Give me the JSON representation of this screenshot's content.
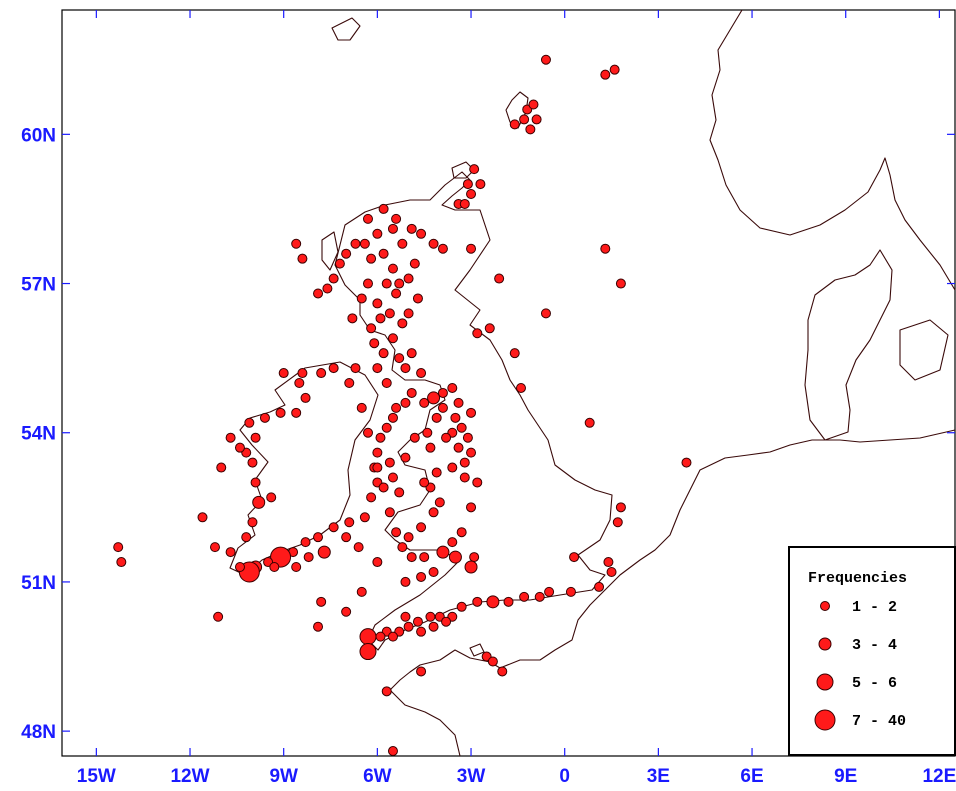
{
  "legend": {
    "title": "Frequencies",
    "items": [
      {
        "label": "1 - 2",
        "size": 1
      },
      {
        "label": "3 - 4",
        "size": 2
      },
      {
        "label": "5 - 6",
        "size": 3
      },
      {
        "label": "7 - 40",
        "size": 4
      }
    ]
  },
  "axes": {
    "x_ticks": [
      {
        "label": "15W",
        "lon": -15
      },
      {
        "label": "12W",
        "lon": -12
      },
      {
        "label": "9W",
        "lon": -9
      },
      {
        "label": "6W",
        "lon": -6
      },
      {
        "label": "3W",
        "lon": -3
      },
      {
        "label": "0",
        "lon": 0
      },
      {
        "label": "3E",
        "lon": 3
      },
      {
        "label": "6E",
        "lon": 6
      },
      {
        "label": "9E",
        "lon": 9
      },
      {
        "label": "12E",
        "lon": 12
      }
    ],
    "y_ticks": [
      {
        "label": "60N",
        "lat": 60
      },
      {
        "label": "57N",
        "lat": 57
      },
      {
        "label": "54N",
        "lat": 54
      },
      {
        "label": "51N",
        "lat": 51
      },
      {
        "label": "48N",
        "lat": 48
      }
    ],
    "lon_range": [
      -16.1,
      12.5
    ],
    "lat_range": [
      47.5,
      62.5
    ]
  },
  "colors": {
    "marker_fill": "#ff1a1a",
    "marker_stroke": "#3a0000",
    "coastline": "#3a0a0a",
    "axis_label": "#1a1aff"
  },
  "points": [
    [
      -0.6,
      61.5,
      1
    ],
    [
      1.3,
      61.2,
      1
    ],
    [
      1.6,
      61.3,
      1
    ],
    [
      -1.2,
      60.5,
      1
    ],
    [
      -1.0,
      60.6,
      1
    ],
    [
      -1.3,
      60.3,
      1
    ],
    [
      -1.6,
      60.2,
      1
    ],
    [
      -1.1,
      60.1,
      1
    ],
    [
      -0.9,
      60.3,
      1
    ],
    [
      -2.9,
      59.3,
      1
    ],
    [
      -3.1,
      59.0,
      1
    ],
    [
      -2.7,
      59.0,
      1
    ],
    [
      -3.0,
      58.8,
      1
    ],
    [
      -3.4,
      58.6,
      1
    ],
    [
      -3.2,
      58.6,
      1
    ],
    [
      -5.8,
      58.5,
      1
    ],
    [
      -6.3,
      58.3,
      1
    ],
    [
      -5.5,
      58.1,
      1
    ],
    [
      -4.9,
      58.1,
      1
    ],
    [
      -4.6,
      58.0,
      1
    ],
    [
      -5.2,
      57.8,
      1
    ],
    [
      -7.0,
      57.6,
      1
    ],
    [
      -6.7,
      57.8,
      1
    ],
    [
      -6.2,
      57.5,
      1
    ],
    [
      -5.8,
      57.6,
      1
    ],
    [
      -5.5,
      57.3,
      1
    ],
    [
      -5.7,
      57.0,
      1
    ],
    [
      -5.4,
      56.8,
      1
    ],
    [
      -6.0,
      56.6,
      1
    ],
    [
      -5.6,
      56.4,
      1
    ],
    [
      -5.2,
      56.2,
      1
    ],
    [
      -5.5,
      55.9,
      1
    ],
    [
      -6.1,
      55.8,
      1
    ],
    [
      -5.8,
      55.6,
      1
    ],
    [
      -5.3,
      55.5,
      1
    ],
    [
      -4.9,
      55.6,
      1
    ],
    [
      -5.1,
      55.3,
      1
    ],
    [
      -4.6,
      55.2,
      1
    ],
    [
      -6.0,
      55.3,
      1
    ],
    [
      -6.7,
      55.3,
      1
    ],
    [
      -7.4,
      55.3,
      1
    ],
    [
      -7.8,
      55.2,
      1
    ],
    [
      -8.4,
      55.2,
      1
    ],
    [
      -9.0,
      55.2,
      1
    ],
    [
      -7.2,
      57.4,
      1
    ],
    [
      -7.4,
      57.1,
      1
    ],
    [
      -7.6,
      56.9,
      1
    ],
    [
      -7.9,
      56.8,
      1
    ],
    [
      -8.6,
      57.8,
      1
    ],
    [
      -8.4,
      57.5,
      1
    ],
    [
      -4.2,
      57.8,
      1
    ],
    [
      -3.9,
      57.7,
      1
    ],
    [
      -3.0,
      57.7,
      1
    ],
    [
      -2.1,
      57.1,
      1
    ],
    [
      -2.4,
      56.1,
      1
    ],
    [
      -2.8,
      56.0,
      1
    ],
    [
      -1.6,
      55.6,
      1
    ],
    [
      -1.4,
      54.9,
      1
    ],
    [
      -0.6,
      56.4,
      1
    ],
    [
      0.8,
      54.2,
      1
    ],
    [
      1.3,
      57.7,
      1
    ],
    [
      1.8,
      57.0,
      1
    ],
    [
      3.9,
      53.4,
      1
    ],
    [
      1.8,
      52.5,
      1
    ],
    [
      1.7,
      52.2,
      1
    ],
    [
      0.3,
      51.5,
      1
    ],
    [
      1.4,
      51.4,
      1
    ],
    [
      1.5,
      51.2,
      1
    ],
    [
      1.1,
      50.9,
      1
    ],
    [
      0.2,
      50.8,
      1
    ],
    [
      -0.5,
      50.8,
      1
    ],
    [
      -0.8,
      50.7,
      1
    ],
    [
      -1.3,
      50.7,
      1
    ],
    [
      -1.8,
      50.6,
      1
    ],
    [
      -2.3,
      50.6,
      2
    ],
    [
      -2.8,
      50.6,
      1
    ],
    [
      -3.3,
      50.5,
      1
    ],
    [
      -3.6,
      50.3,
      1
    ],
    [
      -4.0,
      50.3,
      1
    ],
    [
      -4.3,
      50.3,
      1
    ],
    [
      -4.7,
      50.2,
      1
    ],
    [
      -5.0,
      50.1,
      1
    ],
    [
      -5.3,
      50.0,
      1
    ],
    [
      -5.7,
      50.0,
      1
    ],
    [
      -6.3,
      49.9,
      3
    ],
    [
      -6.3,
      49.6,
      3
    ],
    [
      -5.9,
      49.9,
      1
    ],
    [
      -5.5,
      49.9,
      1
    ],
    [
      -5.1,
      50.3,
      1
    ],
    [
      -4.6,
      50.0,
      1
    ],
    [
      -4.2,
      50.1,
      1
    ],
    [
      -3.8,
      50.2,
      1
    ],
    [
      -2.5,
      49.5,
      1
    ],
    [
      -2.3,
      49.4,
      1
    ],
    [
      -2.0,
      49.2,
      1
    ],
    [
      -5.7,
      48.8,
      1
    ],
    [
      -4.6,
      49.2,
      1
    ],
    [
      -5.5,
      47.6,
      1
    ],
    [
      -7.9,
      50.1,
      1
    ],
    [
      -7.8,
      50.6,
      1
    ],
    [
      -6.5,
      50.8,
      1
    ],
    [
      -7.0,
      50.4,
      1
    ],
    [
      -3.5,
      51.5,
      2
    ],
    [
      -3.9,
      51.6,
      2
    ],
    [
      -4.5,
      51.5,
      1
    ],
    [
      -4.9,
      51.5,
      1
    ],
    [
      -5.2,
      51.7,
      1
    ],
    [
      -5.0,
      51.9,
      1
    ],
    [
      -4.6,
      52.1,
      1
    ],
    [
      -4.2,
      52.4,
      1
    ],
    [
      -4.0,
      52.6,
      1
    ],
    [
      -4.3,
      52.9,
      1
    ],
    [
      -4.5,
      53.0,
      1
    ],
    [
      -4.1,
      53.2,
      1
    ],
    [
      -3.6,
      53.3,
      1
    ],
    [
      -3.2,
      53.4,
      1
    ],
    [
      -3.0,
      53.6,
      1
    ],
    [
      -3.1,
      53.9,
      1
    ],
    [
      -3.3,
      54.1,
      1
    ],
    [
      -3.5,
      54.3,
      1
    ],
    [
      -3.4,
      54.6,
      1
    ],
    [
      -3.6,
      54.9,
      1
    ],
    [
      -3.9,
      54.8,
      1
    ],
    [
      -4.2,
      54.7,
      2
    ],
    [
      -4.5,
      54.6,
      1
    ],
    [
      -4.9,
      54.8,
      1
    ],
    [
      -5.1,
      54.6,
      1
    ],
    [
      -5.4,
      54.5,
      1
    ],
    [
      -5.5,
      54.3,
      1
    ],
    [
      -5.7,
      54.1,
      1
    ],
    [
      -5.9,
      53.9,
      1
    ],
    [
      -6.0,
      53.6,
      1
    ],
    [
      -6.1,
      53.3,
      1
    ],
    [
      -6.0,
      53.0,
      1
    ],
    [
      -6.2,
      52.7,
      1
    ],
    [
      -6.4,
      52.3,
      1
    ],
    [
      -6.9,
      52.2,
      1
    ],
    [
      -7.4,
      52.1,
      1
    ],
    [
      -7.9,
      51.9,
      1
    ],
    [
      -8.3,
      51.8,
      1
    ],
    [
      -8.7,
      51.6,
      1
    ],
    [
      -9.1,
      51.5,
      4
    ],
    [
      -9.5,
      51.4,
      1
    ],
    [
      -9.9,
      51.3,
      2
    ],
    [
      -10.1,
      51.2,
      4
    ],
    [
      -10.4,
      51.3,
      1
    ],
    [
      -10.7,
      51.6,
      1
    ],
    [
      -10.2,
      51.9,
      1
    ],
    [
      -10.0,
      52.2,
      1
    ],
    [
      -9.8,
      52.6,
      2
    ],
    [
      -9.4,
      52.7,
      1
    ],
    [
      -9.9,
      53.0,
      1
    ],
    [
      -10.0,
      53.4,
      1
    ],
    [
      -10.2,
      53.6,
      1
    ],
    [
      -9.9,
      53.9,
      1
    ],
    [
      -10.1,
      54.2,
      1
    ],
    [
      -9.6,
      54.3,
      1
    ],
    [
      -9.1,
      54.4,
      1
    ],
    [
      -8.6,
      54.4,
      1
    ],
    [
      -8.3,
      54.7,
      1
    ],
    [
      -8.5,
      55.0,
      1
    ],
    [
      -10.7,
      53.9,
      1
    ],
    [
      -10.4,
      53.7,
      1
    ],
    [
      -11.0,
      53.3,
      1
    ],
    [
      -11.6,
      52.3,
      1
    ],
    [
      -11.2,
      51.7,
      1
    ],
    [
      -11.1,
      50.3,
      1
    ],
    [
      -14.3,
      51.7,
      1
    ],
    [
      -14.2,
      51.4,
      1
    ],
    [
      -6.3,
      54.0,
      1
    ],
    [
      -6.0,
      53.3,
      1
    ],
    [
      -5.6,
      53.4,
      1
    ],
    [
      -5.8,
      52.9,
      1
    ],
    [
      -4.8,
      53.9,
      1
    ],
    [
      -4.4,
      54.0,
      1
    ],
    [
      -4.1,
      54.3,
      1
    ],
    [
      -3.6,
      54.0,
      1
    ],
    [
      -3.4,
      53.7,
      1
    ],
    [
      -3.2,
      53.1,
      1
    ],
    [
      -2.8,
      53.0,
      1
    ],
    [
      -3.0,
      52.5,
      1
    ],
    [
      -3.3,
      52.0,
      1
    ],
    [
      -3.6,
      51.8,
      1
    ],
    [
      -2.9,
      51.5,
      1
    ],
    [
      -3.0,
      51.3,
      2
    ],
    [
      -4.2,
      51.2,
      1
    ],
    [
      -4.6,
      51.1,
      1
    ],
    [
      -5.1,
      51.0,
      1
    ],
    [
      -6.0,
      51.4,
      1
    ],
    [
      -6.6,
      51.7,
      1
    ],
    [
      -7.0,
      51.9,
      1
    ],
    [
      -7.7,
      51.6,
      2
    ],
    [
      -8.2,
      51.5,
      1
    ],
    [
      -8.6,
      51.3,
      1
    ],
    [
      -9.3,
      51.3,
      1
    ],
    [
      -5.4,
      52.0,
      1
    ],
    [
      -5.6,
      52.4,
      1
    ],
    [
      -5.3,
      52.8,
      1
    ],
    [
      -5.5,
      53.1,
      1
    ],
    [
      -5.1,
      53.5,
      1
    ],
    [
      -4.3,
      53.7,
      1
    ],
    [
      -3.9,
      54.5,
      1
    ],
    [
      -3.0,
      54.4,
      1
    ],
    [
      -3.8,
      53.9,
      1
    ],
    [
      -6.5,
      54.5,
      1
    ],
    [
      -6.9,
      55.0,
      1
    ],
    [
      -5.7,
      55.0,
      1
    ],
    [
      -6.3,
      57.0,
      1
    ],
    [
      -6.5,
      56.7,
      1
    ],
    [
      -6.8,
      56.3,
      1
    ],
    [
      -6.2,
      56.1,
      1
    ],
    [
      -5.9,
      56.3,
      1
    ],
    [
      -5.0,
      56.4,
      1
    ],
    [
      -4.7,
      56.7,
      1
    ],
    [
      -5.3,
      57.0,
      1
    ],
    [
      -4.8,
      57.4,
      1
    ],
    [
      -5.0,
      57.1,
      1
    ],
    [
      -6.0,
      58.0,
      1
    ],
    [
      -5.4,
      58.3,
      1
    ],
    [
      -6.4,
      57.8,
      1
    ]
  ]
}
